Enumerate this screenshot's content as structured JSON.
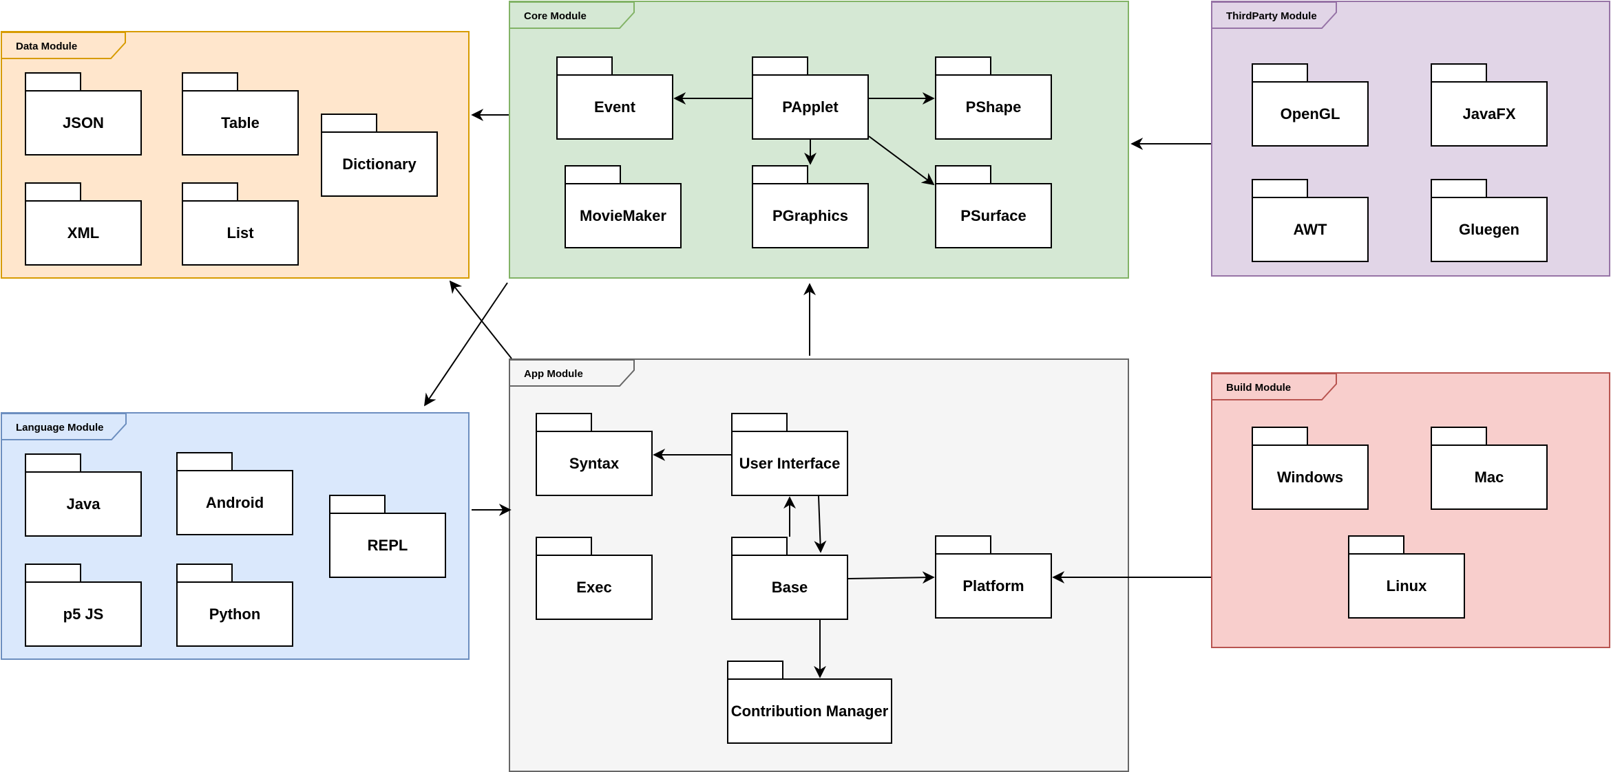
{
  "modules": {
    "data": {
      "label": "Data Module",
      "fill": "#ffe6cc",
      "stroke": "#d79b00"
    },
    "core": {
      "label": "Core Module",
      "fill": "#d5e8d4",
      "stroke": "#82b366"
    },
    "thirdparty": {
      "label": "ThirdParty Module",
      "fill": "#e1d5e7",
      "stroke": "#9673a6"
    },
    "language": {
      "label": "Language Module",
      "fill": "#dae8fc",
      "stroke": "#6c8ebf"
    },
    "app": {
      "label": "App Module",
      "fill": "#f5f5f5",
      "stroke": "#666666"
    },
    "build": {
      "label": "Build Module",
      "fill": "#f8cecc",
      "stroke": "#b85450"
    }
  },
  "packages": {
    "json": "JSON",
    "table": "Table",
    "dictionary": "Dictionary",
    "xml": "XML",
    "list": "List",
    "event": "Event",
    "papplet": "PApplet",
    "pshape": "PShape",
    "moviemaker": "MovieMaker",
    "pgraphics": "PGraphics",
    "psurface": "PSurface",
    "opengl": "OpenGL",
    "javafx": "JavaFX",
    "awt": "AWT",
    "gluegen": "Gluegen",
    "java": "Java",
    "android": "Android",
    "repl": "REPL",
    "p5js": "p5 JS",
    "python": "Python",
    "syntax": "Syntax",
    "user_interface": "User Interface",
    "exec": "Exec",
    "base": "Base",
    "platform": "Platform",
    "contribution_manager": "Contribution Manager",
    "windows": "Windows",
    "mac": "Mac",
    "linux": "Linux"
  },
  "relations": [
    {
      "from": "PApplet",
      "to": "Event"
    },
    {
      "from": "PApplet",
      "to": "PShape"
    },
    {
      "from": "PApplet",
      "to": "PGraphics"
    },
    {
      "from": "PApplet",
      "to": "PSurface"
    },
    {
      "from": "Core Module",
      "to": "Data Module"
    },
    {
      "from": "ThirdParty Module",
      "to": "Core Module"
    },
    {
      "from": "Core Module",
      "to": "Language Module"
    },
    {
      "from": "App Module",
      "to": "Data Module"
    },
    {
      "from": "App Module",
      "to": "Core Module"
    },
    {
      "from": "Language Module",
      "to": "App Module"
    },
    {
      "from": "User Interface",
      "to": "Syntax"
    },
    {
      "from": "User Interface",
      "to": "Base"
    },
    {
      "from": "Base",
      "to": "User Interface"
    },
    {
      "from": "Base",
      "to": "Platform"
    },
    {
      "from": "Base",
      "to": "Contribution Manager"
    },
    {
      "from": "Build Module",
      "to": "Platform"
    }
  ],
  "colors": {
    "line": "#000000",
    "package_fill": "#ffffff"
  }
}
